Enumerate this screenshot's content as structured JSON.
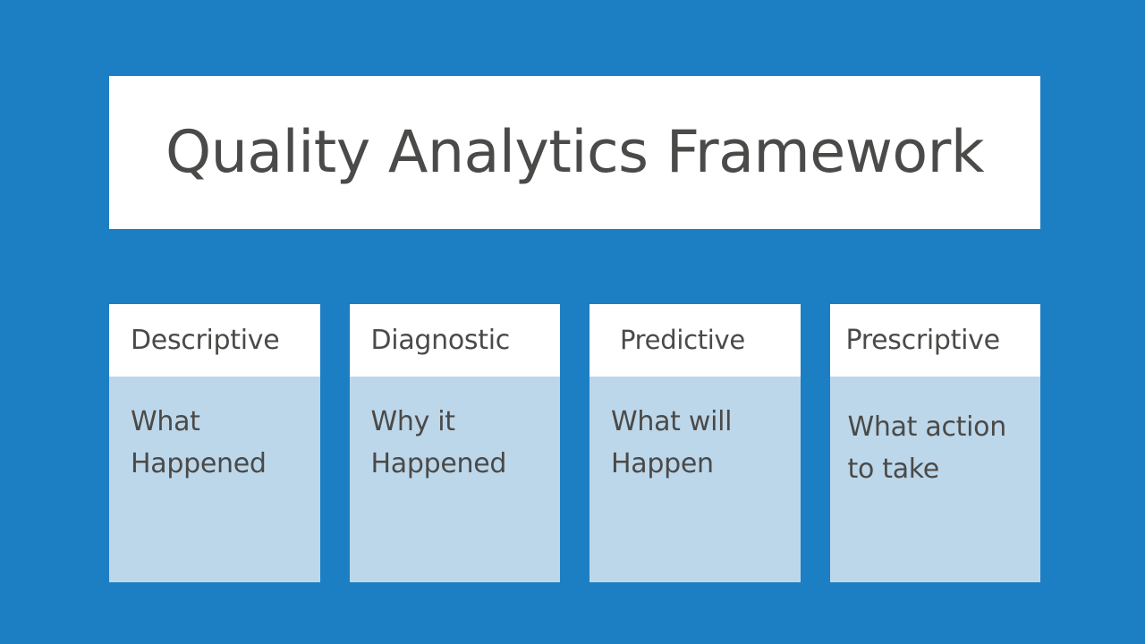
{
  "theme": {
    "background_color": "#1C7FC4",
    "panel_color": "#FFFFFF",
    "card_body_color": "#BDD7EA",
    "text_color": "#4A4A48"
  },
  "title": {
    "text": "Quality Analytics Framework"
  },
  "cards": [
    {
      "header": "Descriptive",
      "body": "What\nHappened"
    },
    {
      "header": "Diagnostic",
      "body": "Why it\nHappened"
    },
    {
      "header": "Predictive",
      "body": "What will\nHappen"
    },
    {
      "header": "Prescriptive",
      "body": "What action\nto take"
    }
  ]
}
